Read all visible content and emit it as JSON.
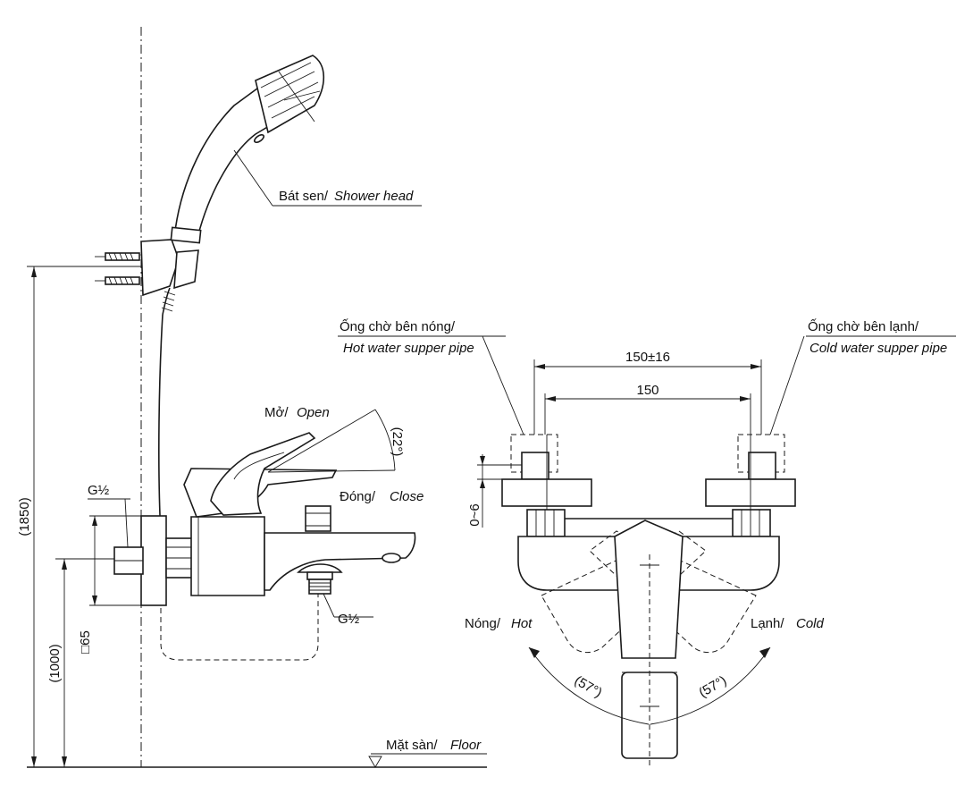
{
  "labels": {
    "shower_head_vi": "Bát sen/",
    "shower_head_en": "Shower head",
    "open_vi": "Mở/",
    "open_en": "Open",
    "close_vi": "Đóng/",
    "close_en": "Close",
    "angle_open": "(22°)",
    "g_half_left": "G½",
    "g_half_right": "G½",
    "square_65": "□65",
    "floor_vi": "Mặt sàn/",
    "floor_en": "Floor",
    "hot_pipe_vi": "Ống chờ bên nóng/",
    "hot_pipe_en": "Hot water supper pipe",
    "cold_pipe_vi": "Ống chờ bên lạnh/",
    "cold_pipe_en": "Cold water supper pipe",
    "hot_vi": "Nóng/",
    "hot_en": "Hot",
    "cold_vi": "Lạnh/",
    "cold_en": "Cold",
    "angle_hot": "(57°)",
    "angle_cold": "(57°)"
  },
  "dimensions": {
    "total_height": "(1850)",
    "mount_height": "(1000)",
    "spacing_tol": "150±16",
    "spacing": "150",
    "offset": "0~6"
  }
}
